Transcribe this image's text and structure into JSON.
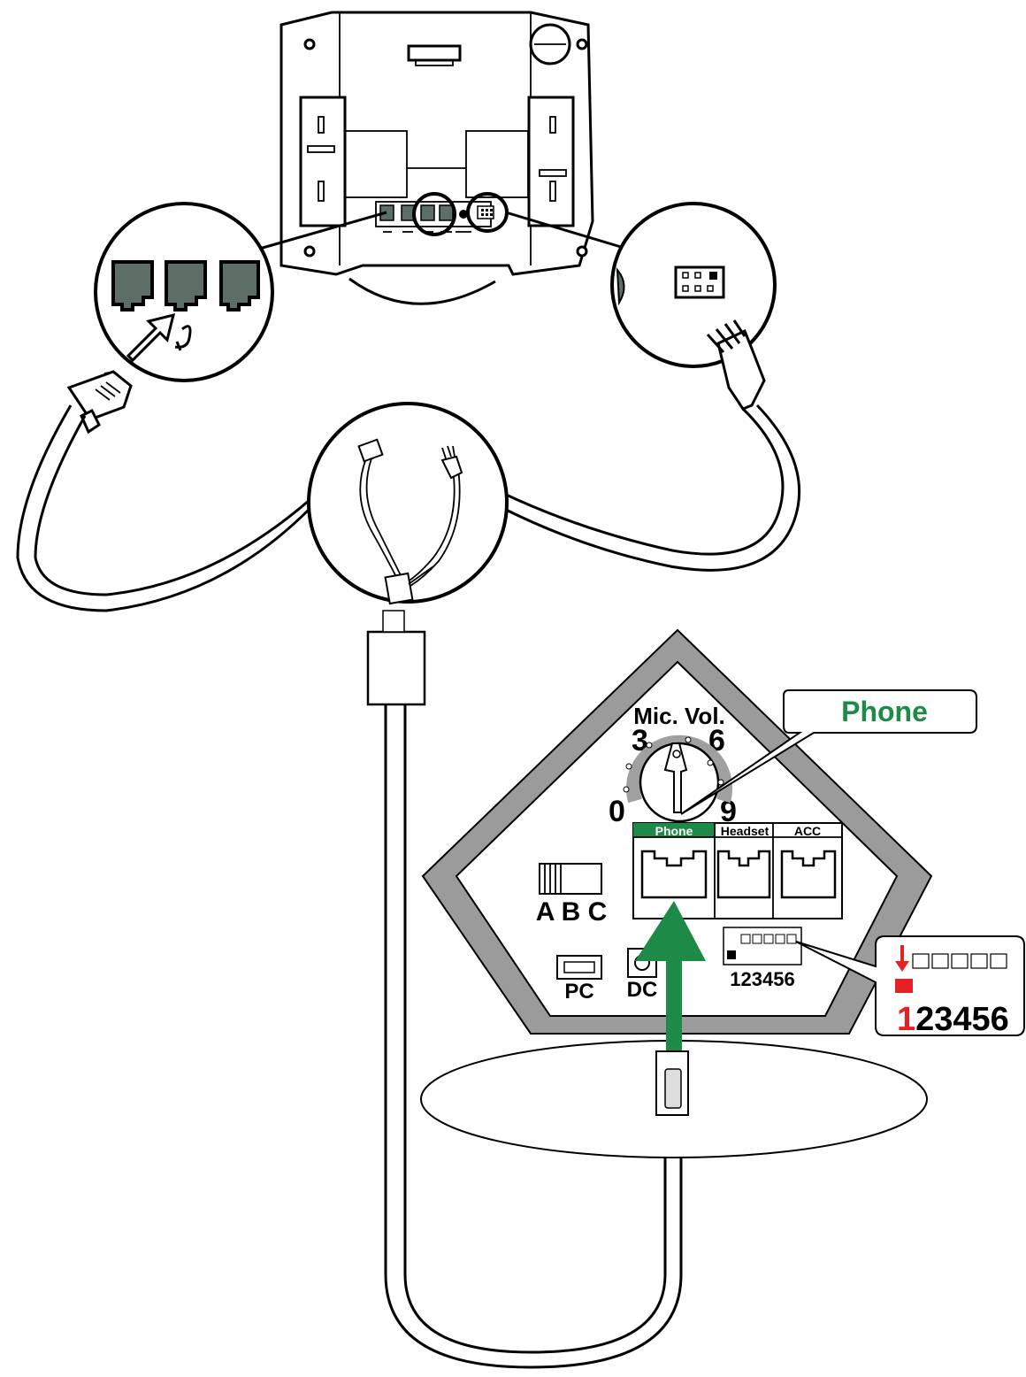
{
  "diagram": {
    "mic_volume": {
      "label": "Mic. Vol.",
      "marks": [
        "0",
        "3",
        "6",
        "9"
      ]
    },
    "ports": {
      "phone": "Phone",
      "headset": "Headset",
      "acc": "ACC",
      "pc": "PC",
      "dc": "DC"
    },
    "switch": {
      "label": "A B C"
    },
    "dip_switch": {
      "label": "123456",
      "zoom_first": "1",
      "zoom_rest": "23456"
    },
    "callout": {
      "text": "Phone"
    },
    "colors": {
      "accent_green": "#1e8a47",
      "jack_gray": "#5d6e67",
      "dial_gray": "#a0a0a0",
      "alert_red": "#e32323"
    }
  }
}
